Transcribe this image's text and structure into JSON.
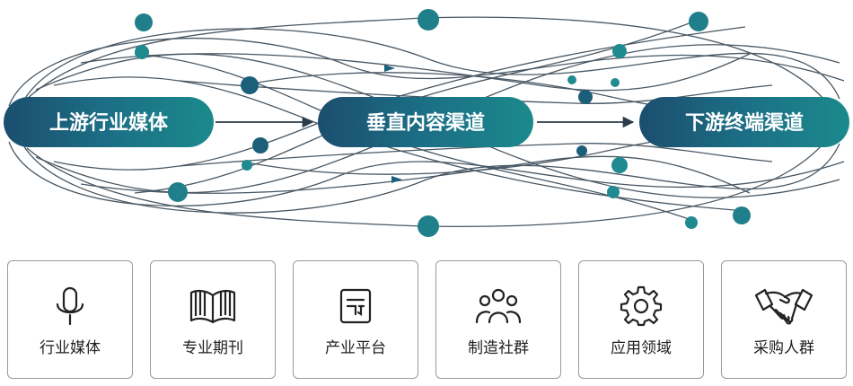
{
  "flow": {
    "stages": [
      {
        "id": "upstream",
        "label": "上游行业媒体"
      },
      {
        "id": "vertical",
        "label": "垂直内容渠道"
      },
      {
        "id": "downstream",
        "label": "下游终端渠道"
      }
    ]
  },
  "categories": [
    {
      "label": "行业媒体",
      "icon": "microphone-icon"
    },
    {
      "label": "专业期刊",
      "icon": "open-book-icon"
    },
    {
      "label": "产业平台",
      "icon": "document-icon"
    },
    {
      "label": "制造社群",
      "icon": "people-group-icon"
    },
    {
      "label": "应用领域",
      "icon": "gear-icon"
    },
    {
      "label": "采购人群",
      "icon": "handshake-icon"
    }
  ],
  "colors": {
    "pill_dark": "#1c4e6e",
    "pill_light": "#1b8a8c",
    "line": "#2a3b4a",
    "node": "#1f7f8a",
    "card_border": "#9a9a9a"
  }
}
